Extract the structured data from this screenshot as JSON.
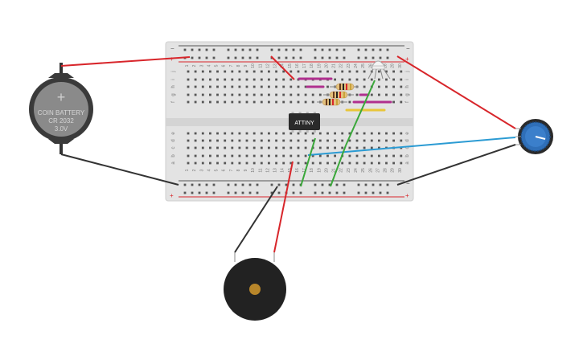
{
  "battery": {
    "plus_sign": "+",
    "label_line1": "COIN BATTERY",
    "label_line2": "CR 2032",
    "label_line3": "3.0V"
  },
  "chip": {
    "label": "ATTINY"
  },
  "breadboard": {
    "rail_minus": "−",
    "rail_plus": "+",
    "columns": [
      "1",
      "2",
      "3",
      "4",
      "5",
      "6",
      "7",
      "8",
      "9",
      "10",
      "11",
      "12",
      "13",
      "14",
      "15",
      "16",
      "17",
      "18",
      "19",
      "20",
      "21",
      "22",
      "23",
      "24",
      "25",
      "26",
      "27",
      "28",
      "29",
      "30"
    ],
    "upper_rows": [
      "j",
      "i",
      "h",
      "g",
      "f"
    ],
    "lower_rows": [
      "e",
      "d",
      "c",
      "b",
      "a"
    ]
  },
  "colors": {
    "board": "#e3e3e3",
    "rail_red": "#d8262b",
    "wire_red": "#d8262b",
    "wire_black": "#333333",
    "wire_green": "#3aa83a",
    "wire_blue": "#2b9bd3",
    "wire_magenta": "#b0308f",
    "wire_yellow": "#e8c63a",
    "battery_body": "#3a3a3a",
    "battery_face": "#8a8a8a",
    "pot_blue": "#2f6fb8",
    "buzzer": "#222222",
    "buzzer_center": "#b8862a"
  }
}
